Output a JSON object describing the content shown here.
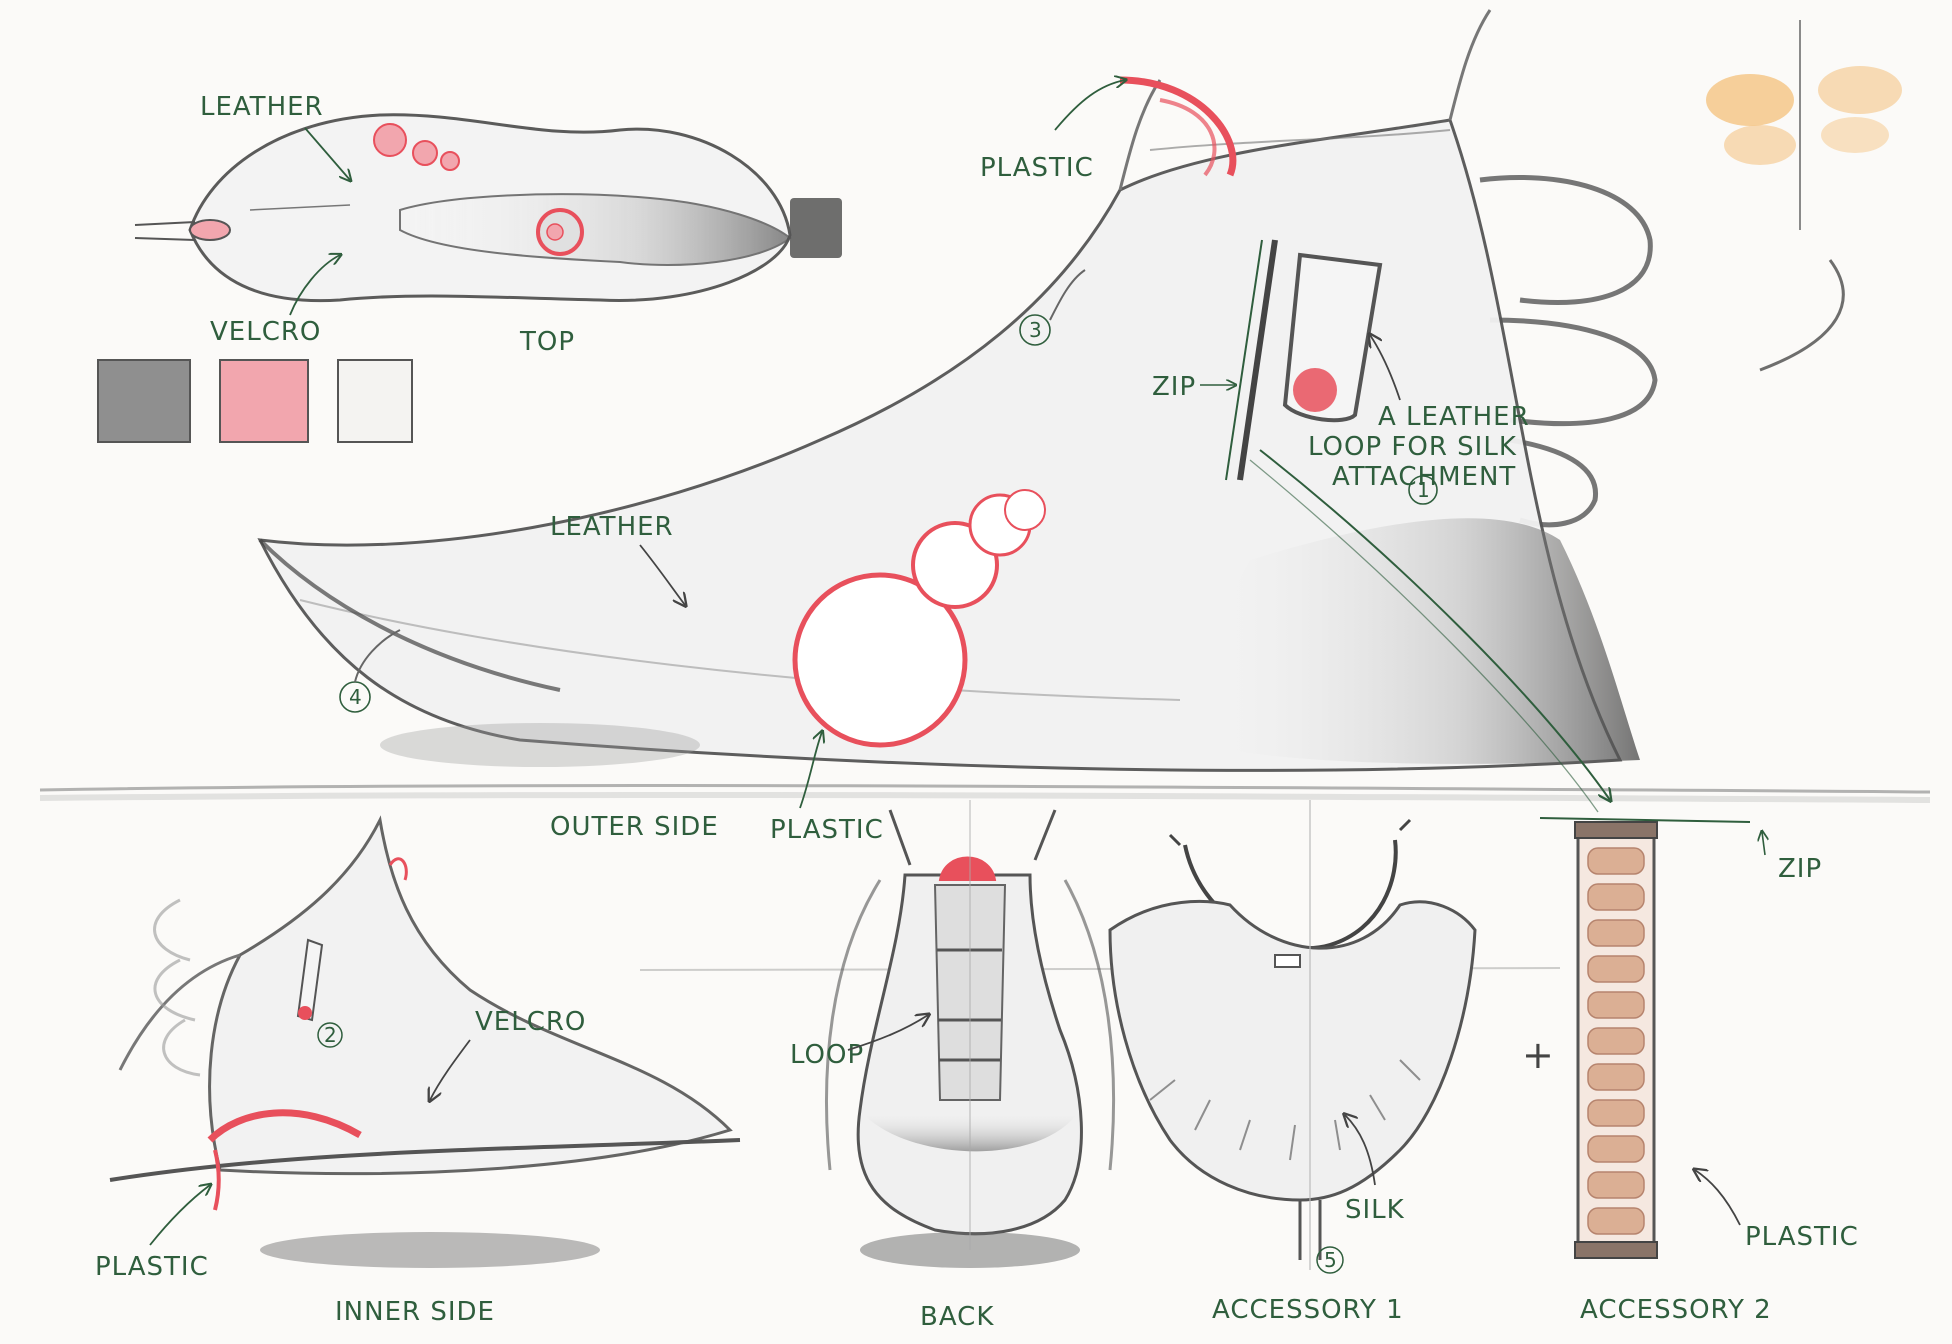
{
  "colors": {
    "paper": "#fbfaf8",
    "pencil": "#6e6e6e",
    "pencil_dark": "#444444",
    "ink_green": "#2f5e3d",
    "accent_red": "#e8505c",
    "accent_pink": "#f2a6ae",
    "accent_orange": "#f3b766",
    "accent_tan": "#d9a98c"
  },
  "top_view": {
    "caption": "TOP",
    "label_leather": "LEATHER",
    "label_velcro": "VELCRO"
  },
  "outer_side": {
    "caption": "OUTER SIDE",
    "label_plastic_top": "PLASTIC",
    "label_leather": "LEATHER",
    "label_plastic_bottom": "PLASTIC",
    "label_zip": "ZIP",
    "note_line1": "A LEATHER",
    "note_line2": "LOOP FOR SILK",
    "note_line3": "ATTACHMENT",
    "callout_1": "1",
    "callout_3": "3",
    "callout_4": "4"
  },
  "inner_side": {
    "caption": "INNER SIDE",
    "label_velcro": "VELCRO",
    "label_plastic": "PLASTIC",
    "callout_2": "2"
  },
  "back": {
    "caption": "BACK",
    "label_loop": "LOOP"
  },
  "accessory_1": {
    "caption": "ACCESSORY 1",
    "label_silk": "SILK",
    "callout_5": "5"
  },
  "accessory_2": {
    "caption": "ACCESSORY 2",
    "label_zip": "ZIP",
    "label_plastic": "PLASTIC",
    "plus": "+"
  },
  "swatches": [
    "#8f8f8f",
    "#f2a6ae",
    "#f4f3f1"
  ]
}
